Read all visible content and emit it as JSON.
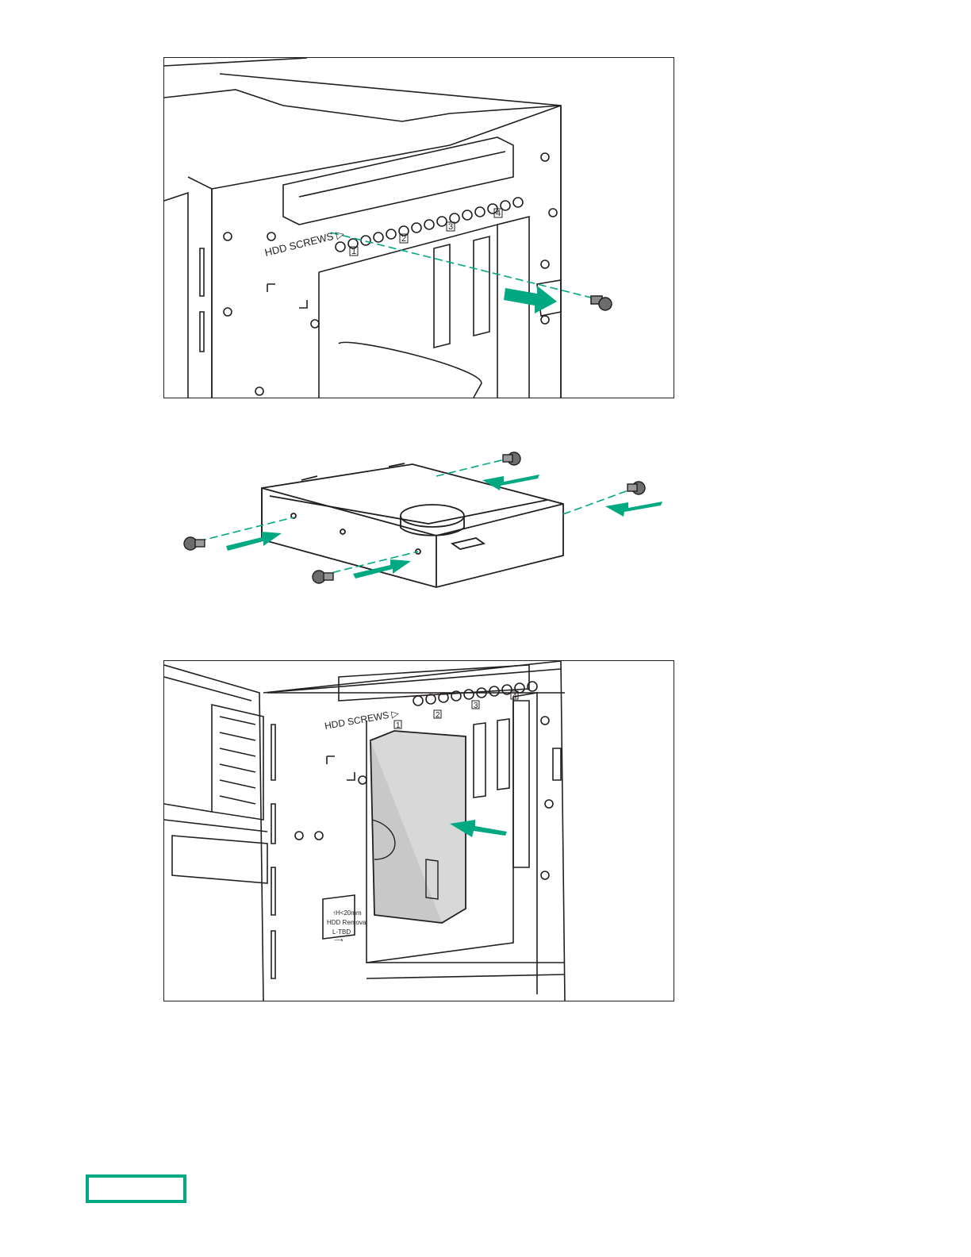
{
  "figure_1": {
    "hdd_screws_label": "HDD SCREWS ▷",
    "bay_numbers": [
      "1",
      "2",
      "3",
      "4"
    ]
  },
  "figure_3": {
    "hdd_screws_label": "HDD SCREWS ▷",
    "bay_numbers": [
      "1",
      "2",
      "3",
      "4"
    ],
    "removal_label_lines": [
      "↑H<20mm",
      "HDD Removal",
      "L-TBD",
      "⟶"
    ]
  },
  "colors": {
    "arrow": "#01a982",
    "line": "#231f20",
    "drive_fill": "#c8c8c8",
    "logo_border": "#01a982"
  }
}
